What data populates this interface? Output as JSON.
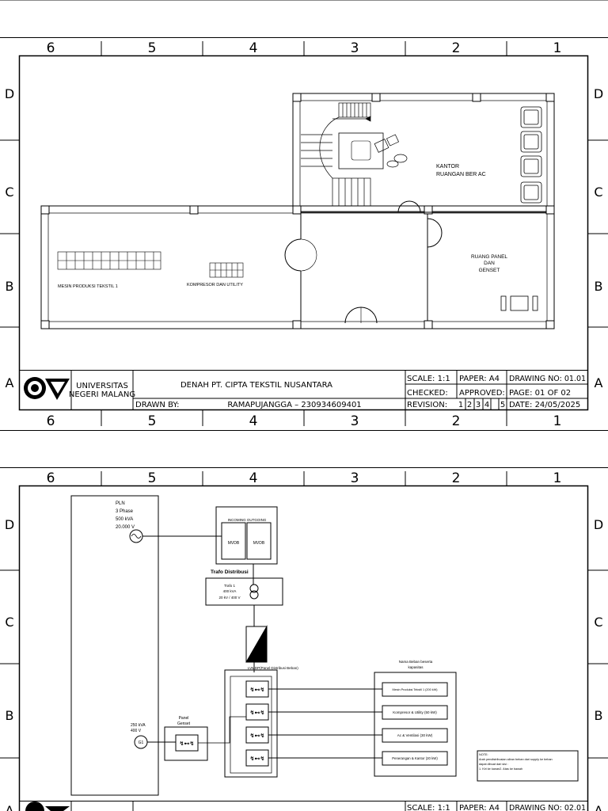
{
  "sheet_ticks": {
    "columns": [
      "6",
      "5",
      "4",
      "3",
      "2",
      "1"
    ],
    "rows": [
      "D",
      "C",
      "B",
      "A"
    ]
  },
  "sheet1": {
    "rooms": {
      "kantor_line1": "KANTOR",
      "kantor_line2": "RUANGAN BER AC",
      "panel_line1": "RUANG PANEL",
      "panel_line2": "DAN",
      "panel_line3": "GENSET",
      "mesin": "MESIN PRODUKSI TEKSTIL 1",
      "kompresor": "KOMPRESOR DAN UTILITY"
    },
    "title_block": {
      "uni_line1": "UNIVERSITAS",
      "uni_line2": "NEGERI MALANG",
      "title": "DENAH PT. CIPTA TEKSTIL NUSANTARA",
      "drawn_by_label": "DRAWN BY:",
      "drawn_by": "RAMAPUJANGGA – 230934609401",
      "scale": "SCALE: 1:1",
      "paper": "PAPER: A4",
      "drawing_no": "DRAWING NO: 01.01",
      "checked": "CHECKED:",
      "approved": "APPROVED:",
      "page": "PAGE: 01 OF 02",
      "revision": "REVISION:",
      "rev_numbers": [
        "1",
        "2",
        "3",
        "4",
        "5"
      ],
      "date": "DATE: 24/05/2025"
    }
  },
  "sheet2": {
    "pln": {
      "line1": "PLN",
      "line2": "3 Phase",
      "line3": "500 kVA",
      "line4": "20.000 V"
    },
    "mvdb_header": "INCOMING OUTGOING",
    "mvdb_left": "MVDB",
    "mvdb_right": "MVDB",
    "trafo_title": "Trafo Distribusi",
    "trafo": {
      "line1": "Trafo 1",
      "line2": "400 kVA",
      "line3": "20 kV / 400 V"
    },
    "lvmdp_label": "LVMDP(Panel Distribusi Beban)",
    "loads_title_1": "Nama Beban beserta",
    "loads_title_2": "kapasitas",
    "loads": [
      "Mesin Produksi Tekstil 1 (200 kW)",
      "Kompresor & Utility (50 kW)",
      "Ac & Ventilasi (30 kW)",
      "Penerangan & Kantor (20 kW)"
    ],
    "genset_panel_1": "Panel",
    "genset_panel_2": "Genset",
    "genset_rating_1": "250 kVA",
    "genset_rating_2": "400 V",
    "generator": "G1",
    "note_1": "NOTE:",
    "note_2": "Arah pendistribusian aliran beban dari supply ke beban",
    "note_3": "dapat dibuat dari sisi :",
    "note_4": "1. Kiri ke kanan2. Atas ke bawah",
    "title_block": {
      "scale": "SCALE: 1:1",
      "paper": "PAPER: A4",
      "drawing_no": "DRAWING NO: 02.01"
    }
  }
}
